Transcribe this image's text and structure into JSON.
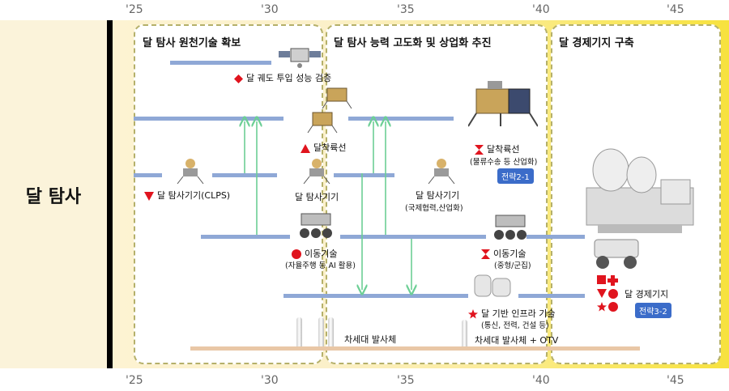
{
  "sidebar": {
    "title": "달 탐사"
  },
  "years": [
    "'25",
    "'30",
    "'35",
    "'40",
    "'45"
  ],
  "phases": [
    {
      "title": "달 탐사 원천기술 확보"
    },
    {
      "title": "달 탐사 능력 고도화 및 상업화 추진"
    },
    {
      "title": "달 경제기지 구축"
    }
  ],
  "labels": {
    "orbit": "달 궤도 투입 성능 검증",
    "landing1": "달착륙선",
    "landing2": "달착륙선",
    "landing2_sub": "(물류수송 등 산업화)",
    "explorer_clps": "달 탐사기기(CLPS)",
    "explorer2": "달 탐사기기",
    "explorer3": "달 탐사기기",
    "explorer3_sub": "(국제협력,산업화)",
    "mobility1": "이동기술",
    "mobility1_sub": "(자율주행 등 AI 활용)",
    "mobility2": "이동기술",
    "mobility2_sub": "(중형/군집)",
    "infra": "달 기반 인프라 기술",
    "infra_sub": "(통신, 전력, 건설 등)",
    "base": "달 경제기지",
    "launcher1": "차세대 발사체",
    "launcher2": "차세대 발사체 + OTV"
  },
  "badges": {
    "strategy_2_1": "전략2-1",
    "strategy_3_2": "전략3-2"
  },
  "colors": {
    "accent_red": "#e0141e",
    "line_blue": "#8fa8d6",
    "arrow_green": "#6ccf95",
    "badge_blue": "#3b6cc9"
  }
}
